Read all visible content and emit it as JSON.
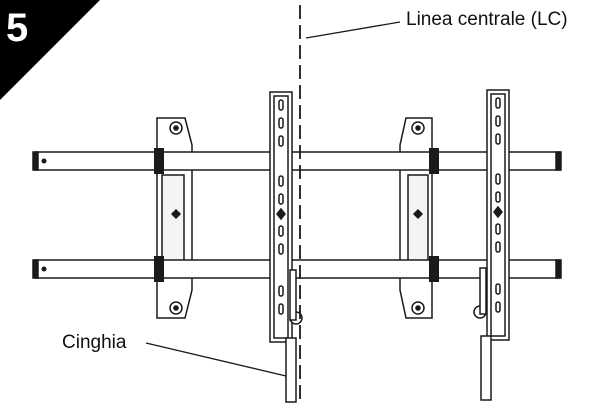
{
  "step": {
    "number": "5"
  },
  "labels": {
    "center_line": "Linea centrale (LC)",
    "strap": "Cinghia"
  },
  "colors": {
    "line": "#1a1a1a",
    "fill": "#ffffff",
    "badge": "#000000"
  }
}
